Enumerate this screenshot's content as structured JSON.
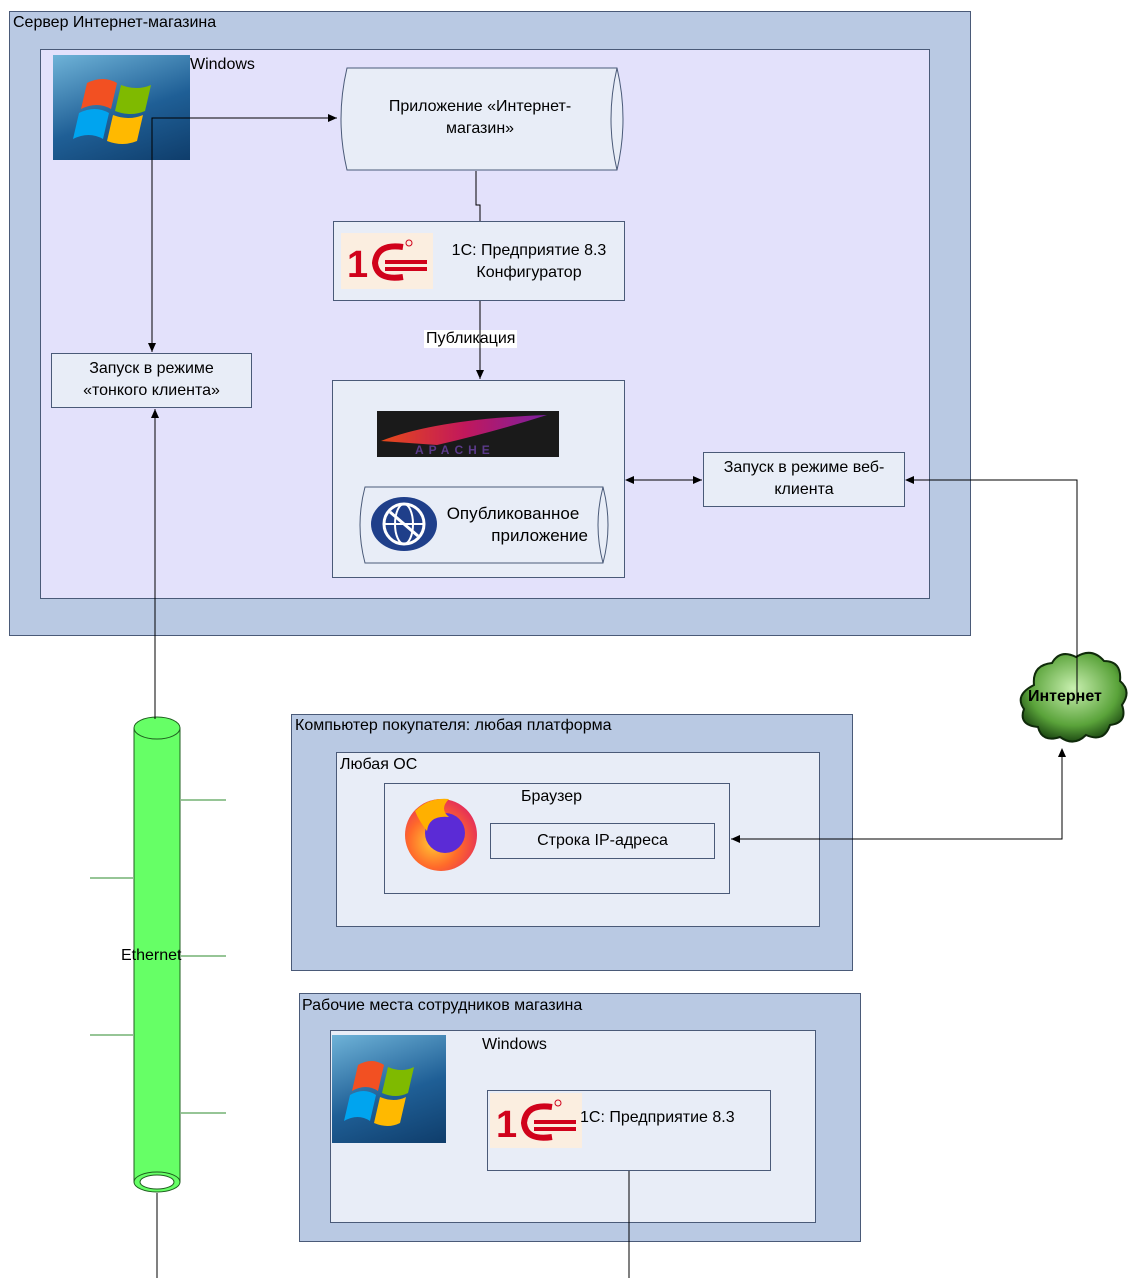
{
  "server": {
    "title": "Сервер Интернет-магазина",
    "os_label": "Windows",
    "app_line1": "Приложение «Интернет-",
    "app_line2": "магазин»",
    "oneс_line1": "1С: Предприятие 8.3",
    "oneс_line2": "Конфигуратор",
    "publish_label": "Публикация",
    "thin_line1": "Запуск в режиме",
    "thin_line2": "«тонкого клиента»",
    "published_line1": "Опубликованное",
    "published_line2": "приложение",
    "web_line1": "Запуск в режиме веб-",
    "web_line2": "клиента",
    "apache_logo_text": "APACHE"
  },
  "internet": {
    "label": "Интернет"
  },
  "buyer": {
    "title": "Компьютер покупателя: любая платформа",
    "os_label": "Любая ОС",
    "browser_label": "Браузер",
    "address_bar": "Строка IP-адреса"
  },
  "ethernet": {
    "label": "Ethernet"
  },
  "staff": {
    "title": "Рабочие места сотрудников магазина",
    "os_label": "Windows",
    "oneс_label": "1С: Предприятие 8.3"
  },
  "colors": {
    "outer_fill": "#b9c9e3",
    "inner_fill": "#e3e1fb",
    "box_fill": "#e8edf7",
    "ethernet_green": "#66ff66",
    "cloud_green": "#2e6b1f",
    "oneс_red": "#d0021b"
  },
  "icons": [
    "windows-logo-icon",
    "1c-logo-icon",
    "apache-feather-icon",
    "globe-icon",
    "firefox-icon",
    "cloud-icon"
  ]
}
